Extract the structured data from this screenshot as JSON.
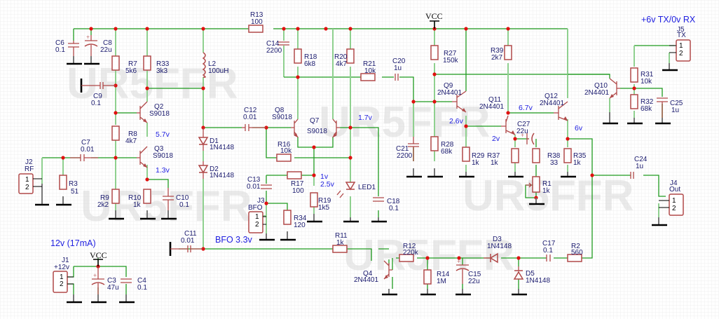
{
  "watermark": "UR5FFR",
  "notes": {
    "tx_rx": "+6v TX/0v RX",
    "supply": "12v (17mA)",
    "bfo": "BFO 3.3v",
    "v_q2e": "5.7v",
    "v_q3e": "1.3v",
    "v_q7c": "1.7v",
    "v_1v": "1v",
    "v_25v": "2.5v",
    "v_q9e": "2.6v",
    "v_q11e": "2v",
    "v_q11c": "6.7v",
    "v_q12e": "6v"
  },
  "vcc_label": "VCC",
  "components": {
    "C6": {
      "ref": "C6",
      "value": "0.1"
    },
    "C8": {
      "ref": "C8",
      "value": "22u"
    },
    "R7": {
      "ref": "R7",
      "value": "5k6"
    },
    "R33": {
      "ref": "R33",
      "value": "3k3"
    },
    "C9": {
      "ref": "C9",
      "value": "0.1"
    },
    "Q2": {
      "ref": "Q2",
      "value": "S9018"
    },
    "R8": {
      "ref": "R8",
      "value": "4k7"
    },
    "Q3": {
      "ref": "Q3",
      "value": "S9018"
    },
    "C7": {
      "ref": "C7",
      "value": "0.01"
    },
    "J2": {
      "ref": "J2",
      "value": "RF"
    },
    "R3": {
      "ref": "R3",
      "value": "51"
    },
    "R9": {
      "ref": "R9",
      "value": "2k2"
    },
    "R10": {
      "ref": "R10",
      "value": "1k"
    },
    "C10": {
      "ref": "C10",
      "value": "0.1"
    },
    "L2": {
      "ref": "L2",
      "value": "100uH"
    },
    "R13": {
      "ref": "R13",
      "value": "100"
    },
    "C14": {
      "ref": "C14",
      "value": "2200"
    },
    "R18": {
      "ref": "R18",
      "value": "6k8"
    },
    "R20": {
      "ref": "R20",
      "value": "4k7"
    },
    "R21": {
      "ref": "R21",
      "value": "10k"
    },
    "C20": {
      "ref": "C20",
      "value": "1u"
    },
    "C12": {
      "ref": "C12",
      "value": "0.01"
    },
    "Q8": {
      "ref": "Q8",
      "value": "S9018"
    },
    "Q7": {
      "ref": "Q7",
      "value": "S9018"
    },
    "R16": {
      "ref": "R16",
      "value": "10k"
    },
    "D1": {
      "ref": "D1",
      "value": "1N4148"
    },
    "D2": {
      "ref": "D2",
      "value": "1N4148"
    },
    "C13": {
      "ref": "C13",
      "value": "0.01"
    },
    "R17": {
      "ref": "R17",
      "value": "100"
    },
    "R19": {
      "ref": "R19",
      "value": "1k5"
    },
    "LED1": {
      "ref": "LED1",
      "value": ""
    },
    "C18": {
      "ref": "C18",
      "value": "0.1"
    },
    "J3": {
      "ref": "J3",
      "value": "BFO"
    },
    "R34": {
      "ref": "R34",
      "value": "120"
    },
    "C11": {
      "ref": "C11",
      "value": "0.01"
    },
    "R11": {
      "ref": "R11",
      "value": "1k"
    },
    "J1": {
      "ref": "J1",
      "value": "+12v"
    },
    "C3": {
      "ref": "C3",
      "value": "47u"
    },
    "C4": {
      "ref": "C4",
      "value": "0.1"
    },
    "R27": {
      "ref": "R27",
      "value": "150k"
    },
    "Q9": {
      "ref": "Q9",
      "value": "2N4401"
    },
    "C21": {
      "ref": "C21",
      "value": "2200"
    },
    "R28": {
      "ref": "R28",
      "value": "68k"
    },
    "R29": {
      "ref": "R29",
      "value": "1k"
    },
    "R39": {
      "ref": "R39",
      "value": "2k7"
    },
    "Q11": {
      "ref": "Q11",
      "value": "2N4401"
    },
    "R37": {
      "ref": "R37",
      "value": "1k"
    },
    "C27": {
      "ref": "C27",
      "value": "22u"
    },
    "R38": {
      "ref": "R38",
      "value": "33"
    },
    "R1": {
      "ref": "R1",
      "value": "1k"
    },
    "Q12": {
      "ref": "Q12",
      "value": "2N4401"
    },
    "R35": {
      "ref": "R35",
      "value": "1k"
    },
    "Q10": {
      "ref": "Q10",
      "value": "2N4401"
    },
    "R31": {
      "ref": "R31",
      "value": "10k"
    },
    "R32": {
      "ref": "R32",
      "value": "68k"
    },
    "C25": {
      "ref": "C25",
      "value": "1u"
    },
    "J5": {
      "ref": "J5",
      "value": "TX"
    },
    "C24": {
      "ref": "C24",
      "value": "1u"
    },
    "J4": {
      "ref": "J4",
      "value": "Out"
    },
    "Q4": {
      "ref": "Q4",
      "value": "2N4401"
    },
    "R12": {
      "ref": "R12",
      "value": "220k"
    },
    "R14": {
      "ref": "R14",
      "value": "1M"
    },
    "C15": {
      "ref": "C15",
      "value": "22u"
    },
    "D3": {
      "ref": "D3",
      "value": "1N4148"
    },
    "D5": {
      "ref": "D5",
      "value": "1N4148"
    },
    "C17": {
      "ref": "C17",
      "value": "0.1"
    },
    "R2": {
      "ref": "R2",
      "value": "560"
    }
  },
  "connector_pins": [
    "1",
    "2"
  ]
}
